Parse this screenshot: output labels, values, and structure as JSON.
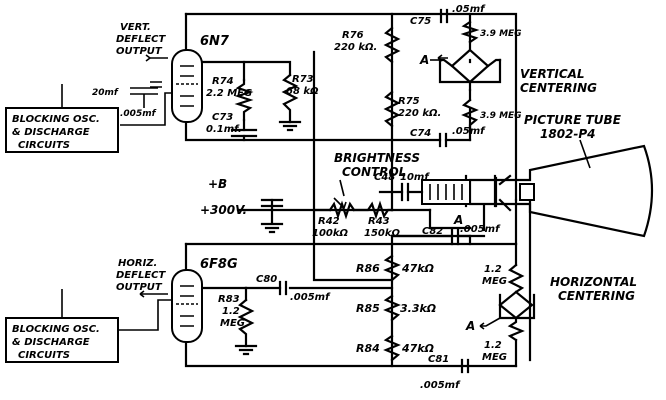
{
  "blocks": {
    "blocking_top": [
      "BLOCKING OSC.",
      "& DISCHARGE",
      "CIRCUITS"
    ],
    "blocking_bottom": [
      "BLOCKING OSC.",
      "& DISCHARGE",
      "CIRCUITS"
    ]
  },
  "tubes": {
    "vert": {
      "type": "6N7",
      "caption": [
        "VERT.",
        "DEFLECT",
        "OUTPUT"
      ]
    },
    "horiz": {
      "type": "6F8G",
      "caption": [
        "HORIZ.",
        "DEFLECT",
        "OUTPUT"
      ]
    },
    "picture": {
      "caption": [
        "PICTURE TUBE",
        "1802-P4"
      ]
    }
  },
  "supply": {
    "plus_b": "+B",
    "voltage": "+300V."
  },
  "components": {
    "c_20mf": "20mf",
    "c_005mf_top": ".005mf",
    "r74": [
      "R74",
      "2.2 MEG"
    ],
    "c73": [
      "C73",
      "0.1mf."
    ],
    "r73": [
      "R73",
      "68 kΩ"
    ],
    "r76": [
      "R76",
      "220 kΩ."
    ],
    "r75": [
      "R75",
      "220 kΩ."
    ],
    "c75": [
      "C75",
      ".05mf"
    ],
    "c74": [
      "C74",
      ".05mf"
    ],
    "r_39_top": "3.9 MEG",
    "r_39_bot": "3.9 MEG",
    "c48": [
      "C48",
      "10mf"
    ],
    "r42": [
      "R42",
      "100kΩ"
    ],
    "r43": [
      "R43",
      "150kΩ"
    ],
    "c82": [
      "C82",
      ".005mf"
    ],
    "r86": [
      "R86",
      "47kΩ"
    ],
    "r85": [
      "R85",
      "3.3kΩ"
    ],
    "r84": [
      "R84",
      "47kΩ"
    ],
    "r83": [
      "R83",
      "1.2",
      "MEG"
    ],
    "c80": [
      "C80",
      ".005mf"
    ],
    "c81": [
      "C81",
      ".005mf"
    ],
    "r_12_top": [
      "1.2",
      "MEG"
    ],
    "r_12_bot": [
      "1.2",
      "MEG"
    ]
  },
  "labels": {
    "brightness": [
      "BRIGHTNESS",
      "CONTROL"
    ],
    "vertical_centering": [
      "VERTICAL",
      "CENTERING"
    ],
    "horizontal_centering": [
      "HORIZONTAL",
      "CENTERING"
    ],
    "node_a": "A"
  }
}
